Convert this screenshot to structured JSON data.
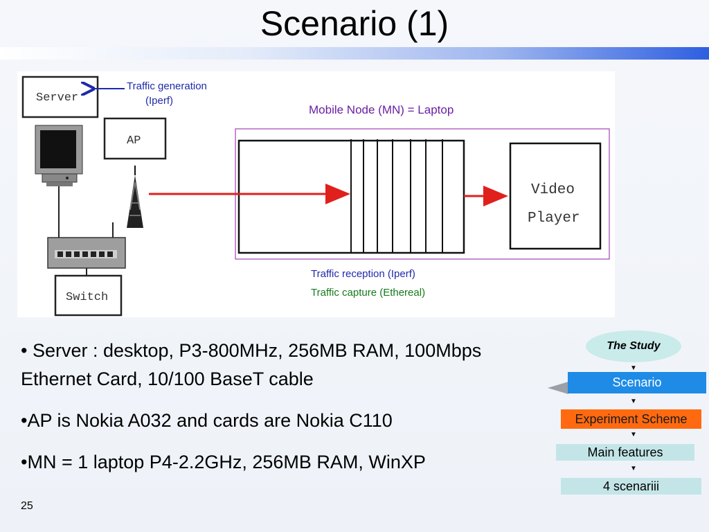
{
  "slide": {
    "title": "Scenario (1)",
    "page_number": "25"
  },
  "diagram": {
    "server_label": "Server",
    "traffic_generation_label": "Traffic generation",
    "iperf_label": "(Iperf)",
    "ap_label": "AP",
    "switch_label": "Switch",
    "mobile_node_label": "Mobile Node (MN) = Laptop",
    "video_label": "Video",
    "player_label": "Player",
    "traffic_reception_label": "Traffic reception (Iperf)",
    "traffic_capture_label": "Traffic capture (Ethereal)",
    "colors": {
      "blue_text": "#1f2aa8",
      "purple_text": "#6b1fa3",
      "green_text": "#157a1a",
      "red_arrow": "#e0201c"
    }
  },
  "bullets": [
    "• Server : desktop, P3-800MHz, 256MB RAM, 100Mbps Ethernet Card, 10/100 BaseT cable",
    "•AP is Nokia A032 and cards are Nokia C110",
    "•MN = 1 laptop P4-2.2GHz, 256MB RAM, WinXP"
  ],
  "nav": {
    "study": "The Study",
    "scenario": "Scenario",
    "experiment_scheme": "Experiment Scheme",
    "main_features": "Main features",
    "four_scenarios": "4 scenariii",
    "colors": {
      "active": "#1e8be6",
      "experiment": "#ff6a10",
      "inactive": "#c3e5e8",
      "study": "#c9ebea"
    }
  }
}
